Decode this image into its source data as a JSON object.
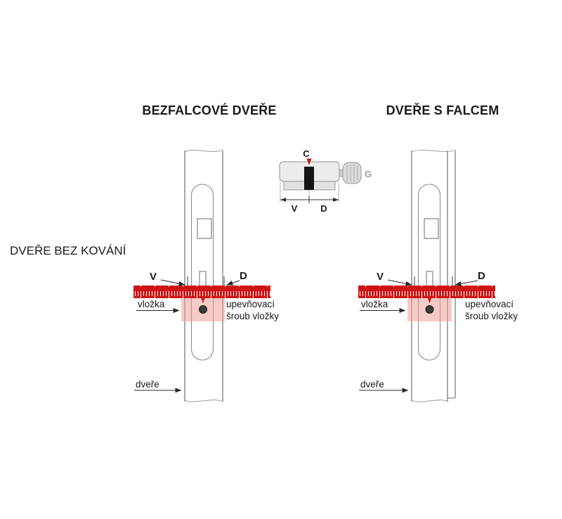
{
  "titles": {
    "left": "BEZFALCOVÉ DVEŘE",
    "right": "DVEŘE S FALCEM",
    "side_note": "DVEŘE BEZ KOVÁNÍ"
  },
  "cylinder_inset": {
    "c": "C",
    "v": "V",
    "d": "D",
    "g": "G"
  },
  "left_diagram": {
    "v": "V",
    "d": "D",
    "vlozka": "vložka",
    "screw_line1": "upevňovací",
    "screw_line2": "šroub vložky",
    "dvere": "dveře"
  },
  "right_diagram": {
    "v": "V",
    "d": "D",
    "vlozka": "vložka",
    "screw_line1": "upevňovací",
    "screw_line2": "šroub vložky",
    "dvere": "dveře"
  },
  "colors": {
    "red": "#cc1010",
    "pink": "#ef9f98",
    "line": "#3c3c3c"
  }
}
